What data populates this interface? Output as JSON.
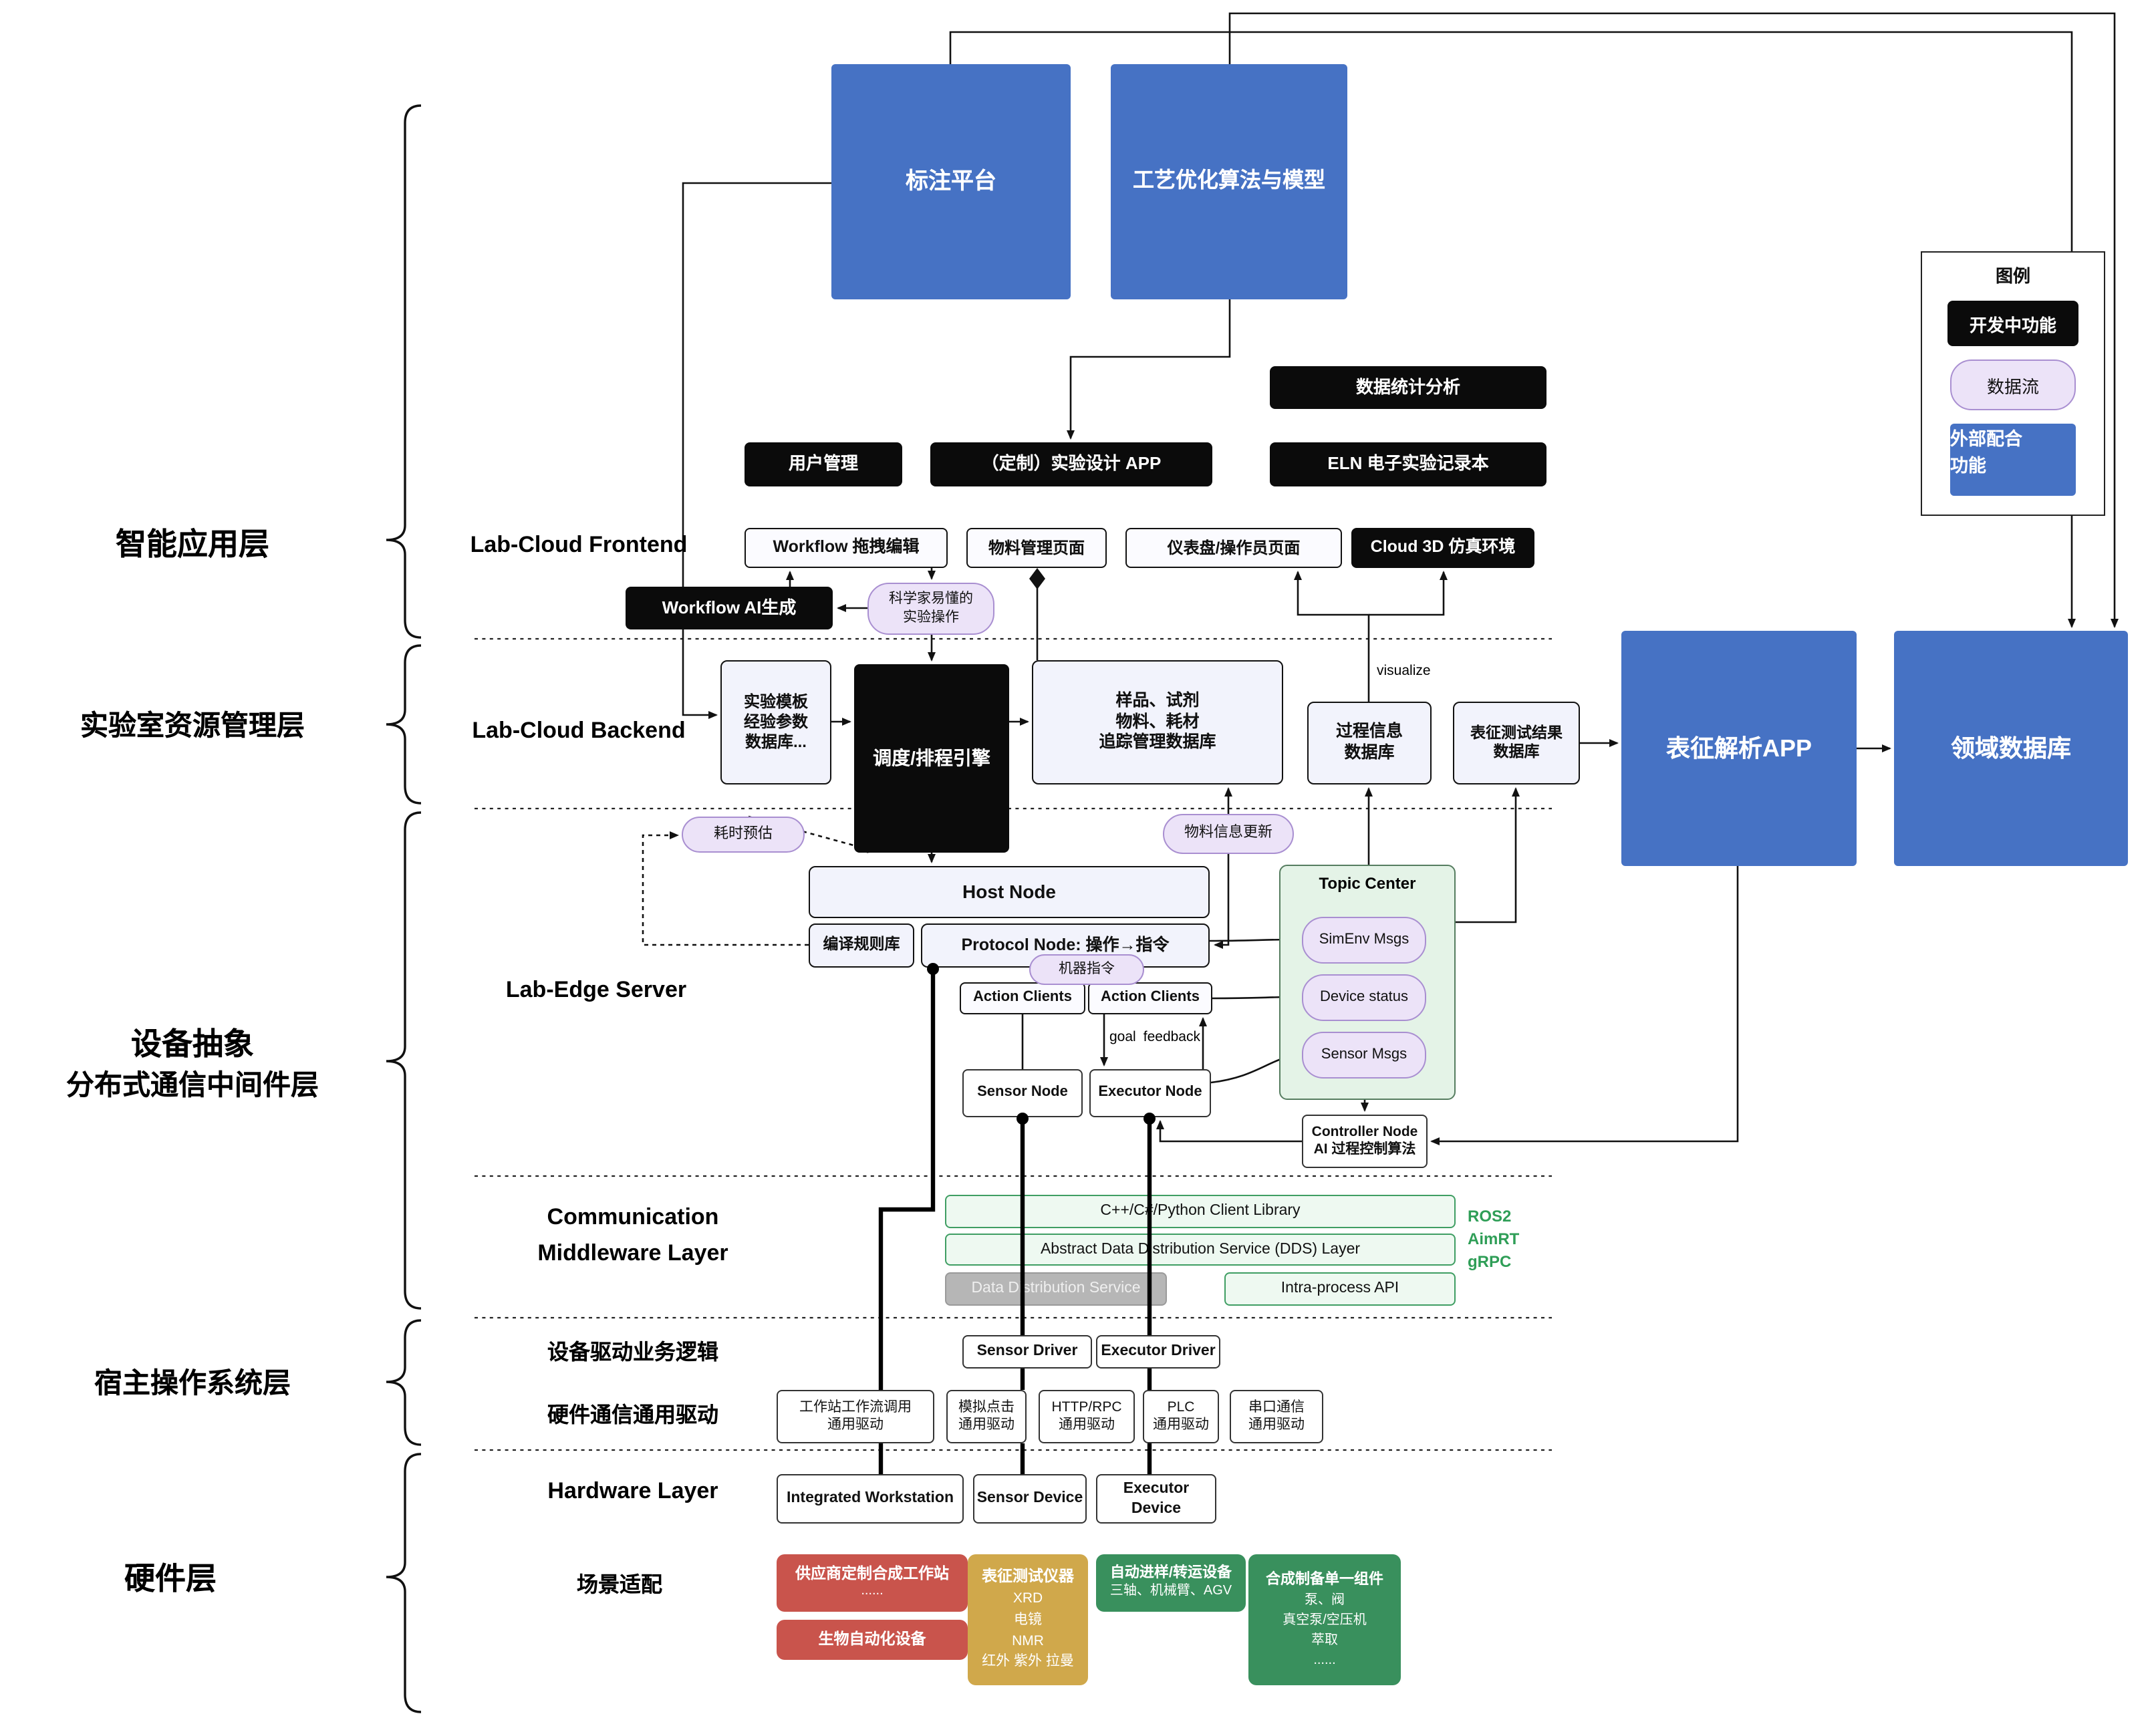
{
  "colors": {
    "blue": "#4672c4",
    "black": "#0b0b0b",
    "pill-bg": "#ece3f8",
    "pill-border": "#a98fd1",
    "green-border": "#3f9e63",
    "green-bg": "#eef9f1",
    "topic-bg": "#e4f3e7",
    "red": "#c9544c",
    "yellow": "#d0a84b",
    "hw-green": "#39905d",
    "gray": "#b6b6b6",
    "tech-green": "#2f9e57",
    "box-lav": "#f2f3fc"
  },
  "layer_labels": {
    "app": "智能应用层",
    "resource": "实验室资源管理层",
    "middleware1": "设备抽象",
    "middleware2": "分布式通信中间件层",
    "host_os": "宿主操作系统层",
    "hardware": "硬件层"
  },
  "legend": {
    "title": "图例",
    "developing": "开发中功能",
    "dataflow": "数据流",
    "external1": "外部配合",
    "external2": "功能"
  },
  "top": {
    "annotation_platform": "标注平台",
    "process_optimization": "工艺优化算法与模型"
  },
  "frontend": {
    "section": "Lab-Cloud Frontend",
    "data_stats": "数据统计分析",
    "user_mgmt": "用户管理",
    "exp_design_app": "（定制）实验设计 APP",
    "eln": "ELN 电子实验记录本",
    "workflow_edit": "Workflow 拖拽编辑",
    "material_page": "物料管理页面",
    "dashboard_page": "仪表盘/操作员页面",
    "cloud_3d": "Cloud 3D 仿真环境",
    "workflow_ai": "Workflow AI生成",
    "scientist_ops": [
      "科学家易懂的",
      "实验操作"
    ]
  },
  "backend": {
    "section": "Lab-Cloud Backend",
    "template_db": [
      "实验模板",
      "经验参数",
      "数据库..."
    ],
    "scheduler": "调度/排程引擎",
    "sample_db": [
      "样品、试剂",
      "物料、耗材",
      "追踪管理数据库"
    ],
    "process_db": [
      "过程信息",
      "数据库"
    ],
    "char_db": [
      "表征测试结果",
      "数据库"
    ],
    "char_app": "表征解析APP",
    "domain_db": "领域数据库",
    "visualize": "visualize",
    "time_est": "耗时预估",
    "material_update": "物料信息更新"
  },
  "edge": {
    "section": "Lab-Edge Server",
    "host_node": "Host Node",
    "rule_lib": "编译规则库",
    "protocol_node": "Protocol Node: 操作→指令",
    "machine_cmd": "机器指令",
    "action_clients_l": "Action Clients",
    "action_clients_r": "Action Clients",
    "goal": "goal",
    "feedback": "feedback",
    "sensor_node": "Sensor Node",
    "executor_node": "Executor Node",
    "topic_center": "Topic Center",
    "topics": [
      "SimEnv Msgs",
      "Device status",
      "Sensor Msgs"
    ],
    "controller": [
      "Controller Node",
      "AI 过程控制算法"
    ]
  },
  "middleware": {
    "section1": "Communication",
    "section2": "Middleware Layer",
    "client_lib": "C++/C#/Python Client Library",
    "dds_abstract": "Abstract Data Distribution Service (DDS) Layer",
    "dds_service": "Data Distribution Service",
    "intra_api": "Intra-process API",
    "tech": [
      "ROS2",
      "AimRT",
      "gRPC"
    ]
  },
  "host_os": {
    "driver_logic": "设备驱动业务逻辑",
    "sensor_driver": "Sensor Driver",
    "executor_driver": "Executor Driver",
    "hw_comm": "硬件通信通用驱动",
    "drivers": [
      [
        "工作站工作流调用",
        "通用驱动"
      ],
      [
        "模拟点击",
        "通用驱动"
      ],
      [
        "HTTP/RPC",
        "通用驱动"
      ],
      [
        "PLC",
        "通用驱动"
      ],
      [
        "串口通信",
        "通用驱动"
      ]
    ]
  },
  "hardware": {
    "section": "Hardware Layer",
    "integrated_ws": "Integrated Workstation",
    "sensor_device": "Sensor Device",
    "executor_device": "Executor Device",
    "scenario": "场景适配",
    "vendor_ws": [
      "供应商定制合成工作站",
      "......"
    ],
    "bio": "生物自动化设备",
    "char_inst": {
      "title": "表征测试仪器",
      "items": [
        "XRD",
        "电镜",
        "NMR",
        "红外 紫外 拉曼"
      ]
    },
    "transfer": [
      "自动进样/转运设备",
      "三轴、机械臂、AGV"
    ],
    "synth": {
      "title": "合成制备单一组件",
      "items": [
        "泵、阀",
        "真空泵/空压机",
        "萃取",
        "......"
      ]
    }
  }
}
